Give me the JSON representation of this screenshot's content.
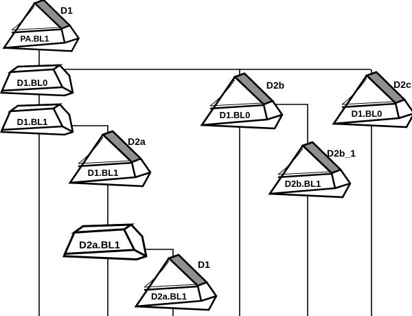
{
  "diagram": {
    "type": "hierarchy-diagram",
    "colors": {
      "stroke": "#000000",
      "fill": "#ffffff",
      "shade": "#8f8f8f",
      "background": "#ffffff"
    },
    "nodes": [
      {
        "id": "pa-bl1",
        "shape": "pyramid",
        "label": "PA.BL1",
        "tag": "D1"
      },
      {
        "id": "d1-bl0",
        "shape": "slab",
        "label": "D1.BL0",
        "tag": ""
      },
      {
        "id": "d1-bl1",
        "shape": "slab",
        "label": "D1.BL1",
        "tag": ""
      },
      {
        "id": "d2a",
        "shape": "pyramid",
        "label": "D1.BL1",
        "tag": "D2a"
      },
      {
        "id": "d2a-bl1",
        "shape": "slab",
        "label": "D2a.BL1",
        "tag": ""
      },
      {
        "id": "d2a-bl1-child",
        "shape": "pyramid",
        "label": "D2a.BL1",
        "tag": "D1"
      },
      {
        "id": "d2b",
        "shape": "pyramid",
        "label": "D1.BL0",
        "tag": "D2b"
      },
      {
        "id": "d2b-1",
        "shape": "pyramid",
        "label": "D2b.BL1",
        "tag": "D2b_1"
      },
      {
        "id": "d2c",
        "shape": "pyramid",
        "label": "D1.BL0",
        "tag": "D2c"
      }
    ]
  }
}
